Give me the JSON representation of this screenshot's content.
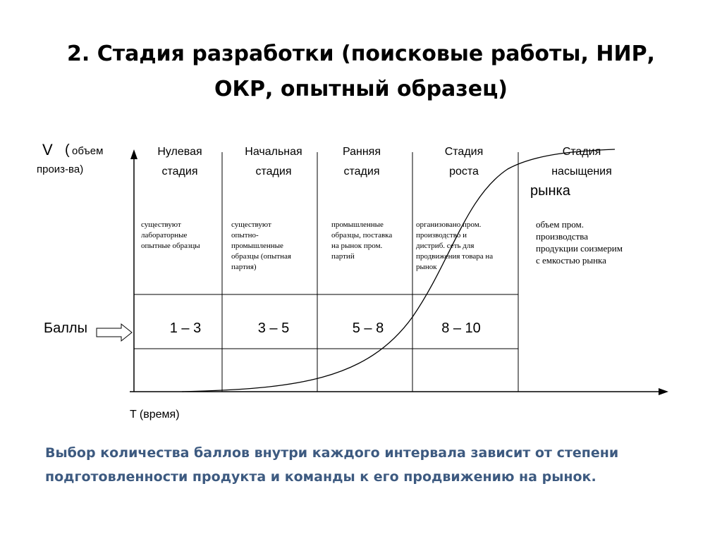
{
  "title": {
    "line1": "2. Стадия разработки (поисковые работы, НИР,",
    "line2": "ОКР, опытный образец)"
  },
  "axes": {
    "y_symbol": "V",
    "y_label_paren": "(",
    "y_label_line1": "объем",
    "y_label_line2": "произ-ва)",
    "x_label": "T (время)"
  },
  "stages": [
    {
      "line1": "Нулевая",
      "line2": "стадия",
      "desc": [
        "существуют",
        "лабораторные",
        "опытные образцы"
      ],
      "score": "1 – 3"
    },
    {
      "line1": "Начальная",
      "line2": "стадия",
      "desc": [
        "существуют",
        "опытно-",
        "промышленные",
        "образцы (опытная",
        "партия)"
      ],
      "score": "3 – 5"
    },
    {
      "line1": "Ранняя",
      "line2": "стадия",
      "desc": [
        "промышленные",
        "образцы, поставка",
        "на рынок пром.",
        "партий"
      ],
      "score": "5 – 8"
    },
    {
      "line1": "Стадия",
      "line2": "роста",
      "desc": [
        "организовано пром.",
        "производство и",
        "дистриб. сеть для",
        "продвижения товара на",
        "рынок"
      ],
      "score": "8 – 10"
    },
    {
      "line1": "Стадия",
      "line2": "насыщения",
      "line3": "рынка",
      "desc": [
        "объем пром.",
        "производства",
        "продукции соизмерим",
        "с емкостью рынка"
      ],
      "score": ""
    }
  ],
  "scores_label": "Баллы",
  "footer": {
    "line1": "Выбор количества баллов внутри каждого интервала зависит от степени",
    "line2": "подготовленности продукта и команды к его продвижению на рынок."
  },
  "colors": {
    "footer_text": "#3d5a80",
    "lines": "#000000"
  }
}
